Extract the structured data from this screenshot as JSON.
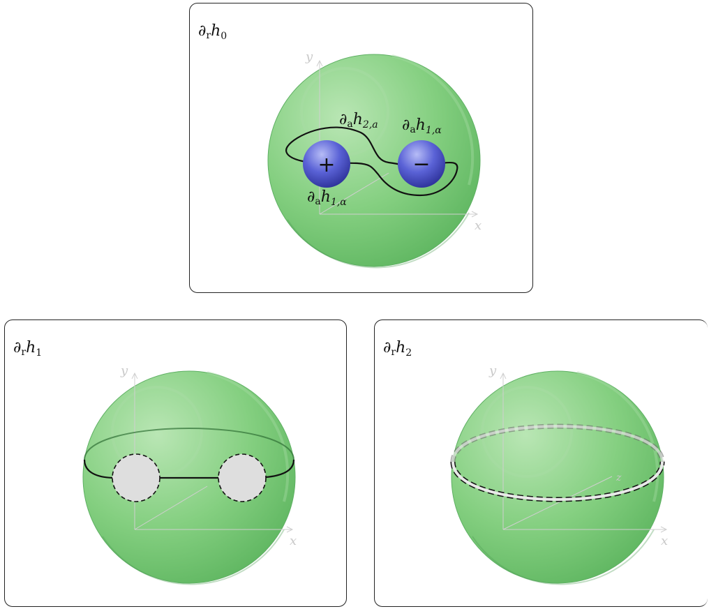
{
  "panels": {
    "top": {
      "title_main": "∂",
      "title_sub": "r",
      "title_var": "h",
      "title_index": "0",
      "labels": {
        "upper_curve": {
          "main": "∂",
          "sub": "a",
          "var": "h",
          "index": "2,a"
        },
        "right_curve": {
          "main": "∂",
          "sub": "a",
          "var": "h",
          "index": "1,α"
        },
        "lower_curve": {
          "main": "∂",
          "sub": "a",
          "var": "h",
          "index": "1,α"
        }
      },
      "charges": {
        "left": "+",
        "right": "−"
      },
      "axes": {
        "x": "x",
        "y": "y"
      }
    },
    "bottom_left": {
      "title_main": "∂",
      "title_sub": "r",
      "title_var": "h",
      "title_index": "1",
      "axes": {
        "x": "x",
        "y": "y"
      }
    },
    "bottom_right": {
      "title_main": "∂",
      "title_sub": "r",
      "title_var": "h",
      "title_index": "2",
      "axes": {
        "x": "x",
        "y": "y",
        "z": "z"
      }
    }
  },
  "colors": {
    "sphere": "#7cc87a",
    "sphere_edge": "#3d9a4a",
    "charge": "#4b52c6",
    "hole": "#dedede"
  }
}
